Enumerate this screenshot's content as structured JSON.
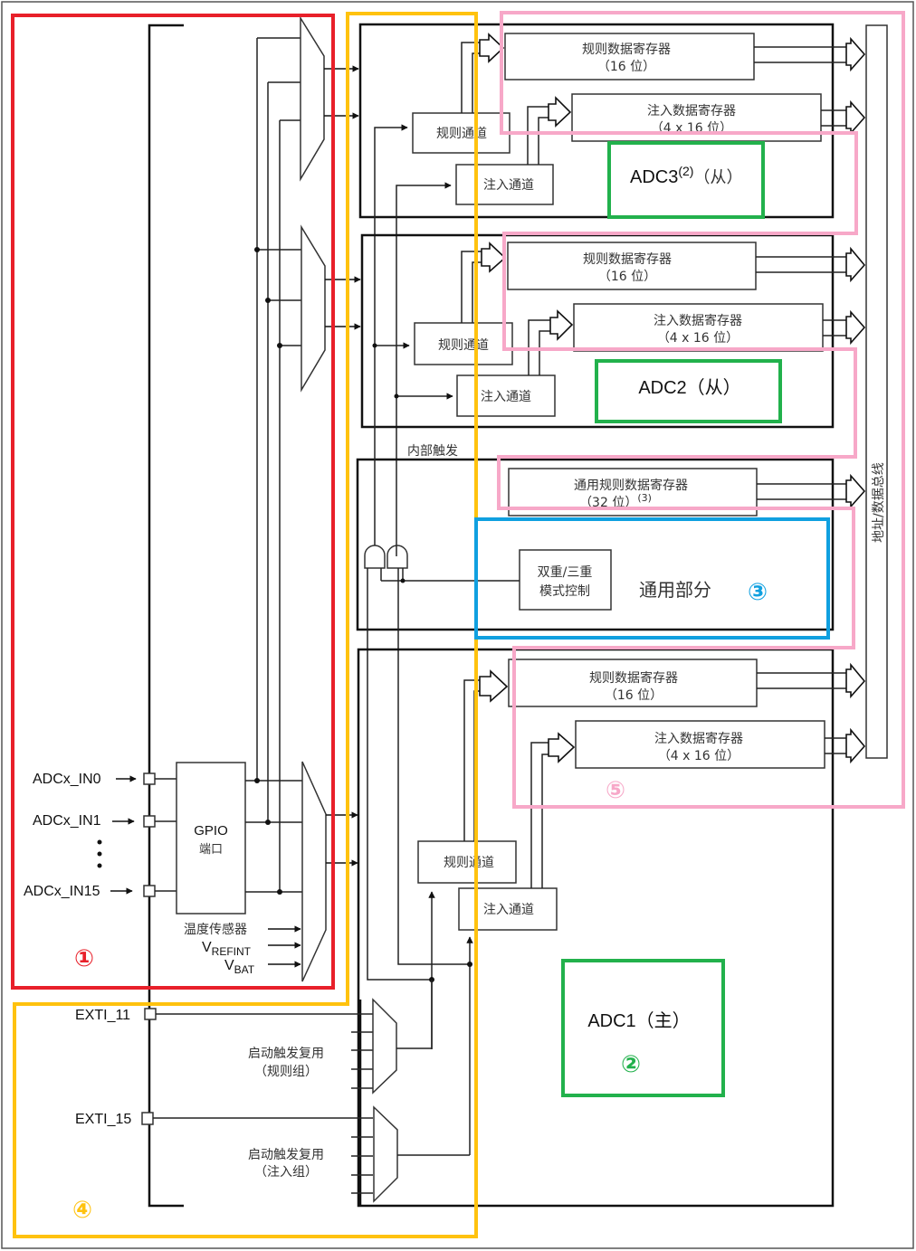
{
  "diagram": {
    "title": "STM32 ADC block diagram (triple mode)",
    "inputs": {
      "in0": "ADCx_IN0",
      "in1": "ADCx_IN1",
      "ellipsis": "⋮",
      "in15": "ADCx_IN15",
      "gpio_title": "GPIO",
      "gpio_sub": "端口",
      "temp_sensor": "温度传感器",
      "vrefint_base": "V",
      "vrefint_sub": "REFINT",
      "vbat_base": "V",
      "vbat_sub": "BAT"
    },
    "adc3": {
      "regular_reg_line1": "规则数据寄存器",
      "regular_reg_line2": "（16 位）",
      "injected_reg_line1": "注入数据寄存器",
      "injected_reg_line2": "（4 x 16 位）",
      "regular_channel": "规则通道",
      "injected_channel": "注入通道",
      "name": "ADC3",
      "name_sup": "(2)",
      "role": "（从）"
    },
    "adc2": {
      "regular_reg_line1": "规则数据寄存器",
      "regular_reg_line2": "（16 位）",
      "injected_reg_line1": "注入数据寄存器",
      "injected_reg_line2": "（4 x 16 位）",
      "regular_channel": "规则通道",
      "injected_channel": "注入通道",
      "name": "ADC2（从）"
    },
    "internal_trigger": "内部触发",
    "common": {
      "common_reg_line1": "通用规则数据寄存器",
      "common_reg_line2": "（32 位）",
      "common_reg_sup": "(3)",
      "mode_ctrl_line1": "双重/三重",
      "mode_ctrl_line2": "模式控制",
      "label": "通用部分"
    },
    "adc1": {
      "regular_reg_line1": "规则数据寄存器",
      "regular_reg_line2": "（16 位）",
      "injected_reg_line1": "注入数据寄存器",
      "injected_reg_line2": "（4 x 16 位）",
      "regular_channel": "规则通道",
      "injected_channel": "注入通道",
      "name": "ADC1（主）"
    },
    "triggers": {
      "exti11": "EXTI_11",
      "exti15": "EXTI_15",
      "regular_mux_line1": "启动触发复用",
      "regular_mux_line2": "（规则组）",
      "injected_mux_line1": "启动触发复用",
      "injected_mux_line2": "（注入组）"
    },
    "bus_label": "地址/数据总线",
    "annotations": [
      {
        "id": "1",
        "glyph": "①",
        "color": "#e8202a"
      },
      {
        "id": "2",
        "glyph": "②",
        "color": "#22b14c"
      },
      {
        "id": "3",
        "glyph": "③",
        "color": "#10a0e0"
      },
      {
        "id": "4",
        "glyph": "④",
        "color": "#ffc20e"
      },
      {
        "id": "5",
        "glyph": "⑤",
        "color": "#f7a8c8"
      }
    ],
    "colors": {
      "region_inputs": "#e8202a",
      "region_triggers": "#ffc20e",
      "region_adc_name": "#22b14c",
      "region_common": "#10a0e0",
      "region_registers": "#f7a8c8"
    }
  }
}
